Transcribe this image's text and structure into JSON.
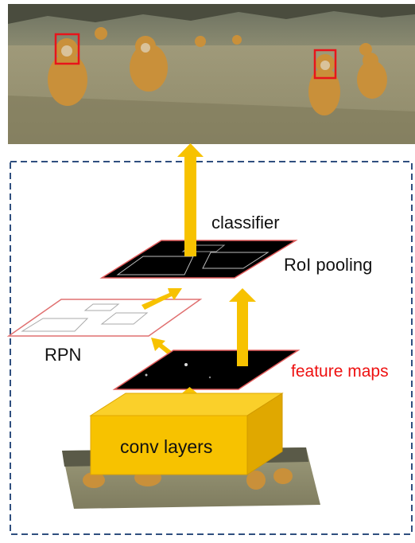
{
  "labels": {
    "classifier": "classifier",
    "roi_pooling": "RoI pooling",
    "rpn": "RPN",
    "feature_maps": "feature maps",
    "conv_layers": "conv layers"
  },
  "colors": {
    "arrow": "#F7C200",
    "conv_box": "#F7C200",
    "conv_box_side": "#E0A800",
    "detection_box": "#E8141B",
    "feature_map_fill": "#000000",
    "feature_map_border": "#E05A5A",
    "dashed_frame": "#2F4F7F",
    "feature_maps_label": "#E11111"
  },
  "icons": {
    "photo_top": "monkey-photo-with-detections",
    "photo_bottom": "monkey-photo-input"
  }
}
